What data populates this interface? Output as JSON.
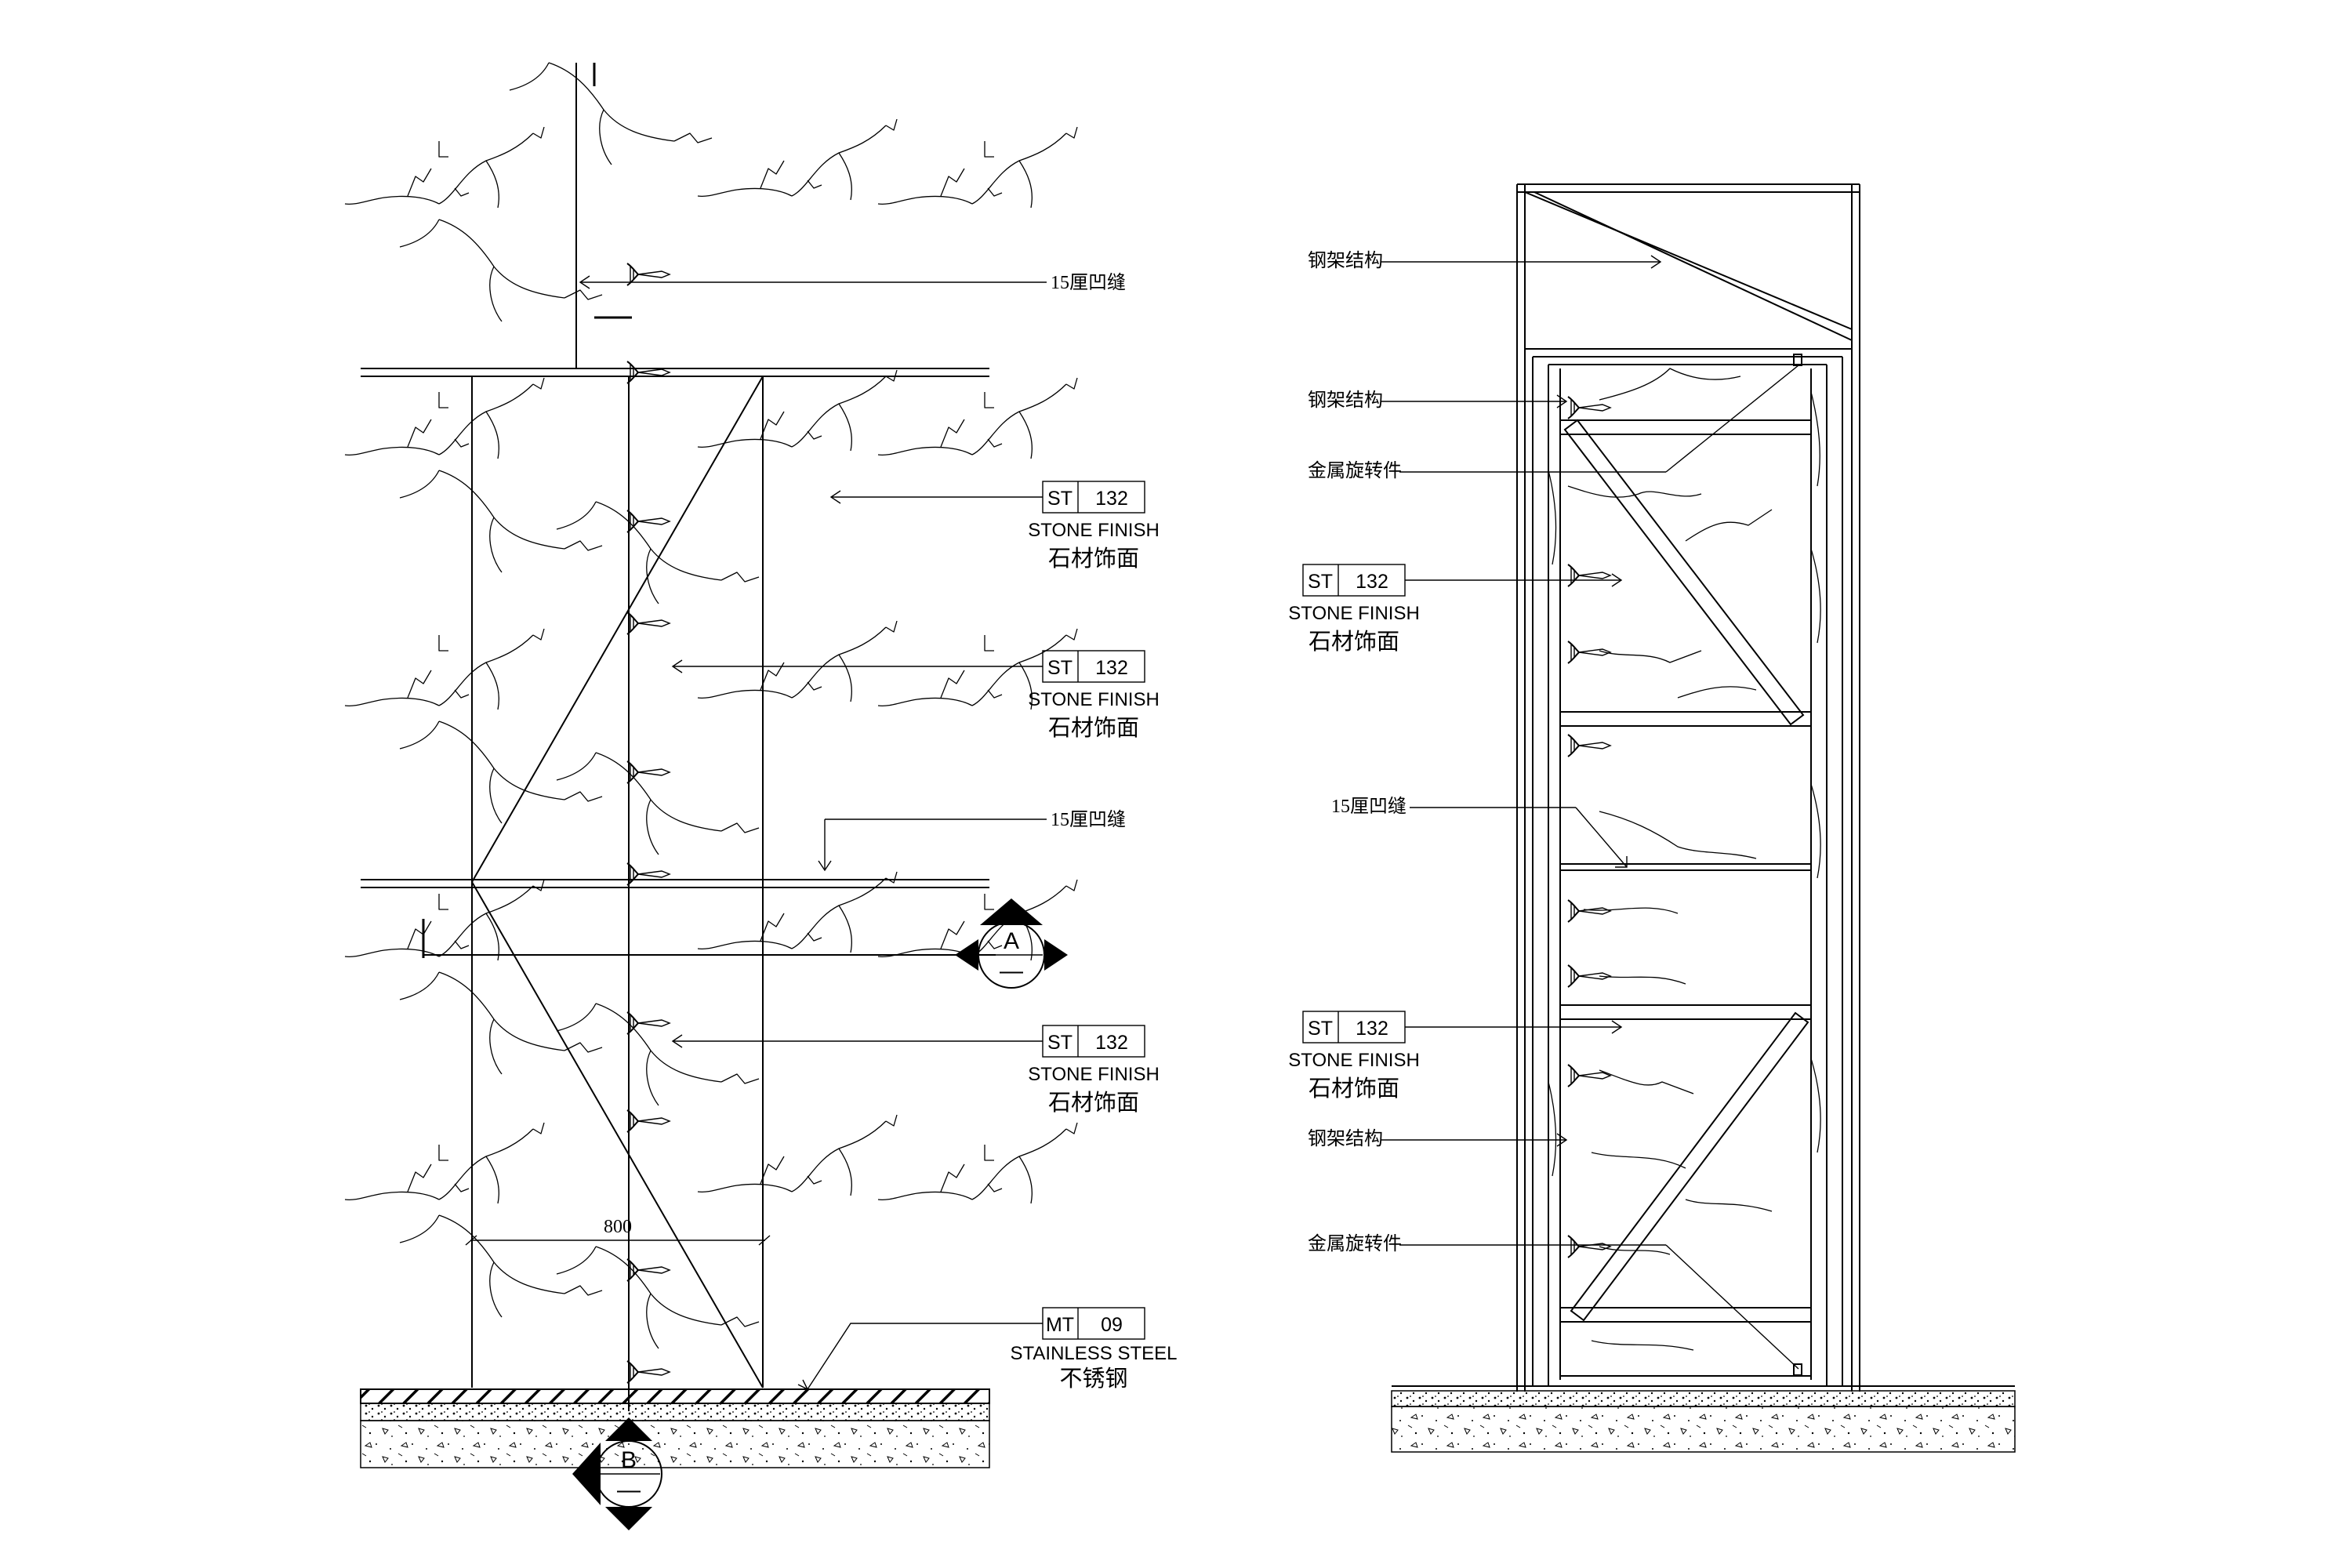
{
  "left_elevation": {
    "groove_top": "15厘凹缝",
    "groove_mid": "15厘凹缝",
    "stone_tags": [
      {
        "code": "ST",
        "num": "132",
        "en": "STONE FINISH",
        "cn": "石材饰面"
      },
      {
        "code": "ST",
        "num": "132",
        "en": "STONE FINISH",
        "cn": "石材饰面"
      },
      {
        "code": "ST",
        "num": "132",
        "en": "STONE FINISH",
        "cn": "石材饰面"
      }
    ],
    "steel_tag": {
      "code": "MT",
      "num": "09",
      "en": "STAINLESS STEEL",
      "cn": "不锈钢"
    },
    "dimension": "800",
    "section_a": {
      "letter": "A",
      "sheet": "—"
    },
    "section_b": {
      "letter": "B",
      "sheet": "—"
    }
  },
  "right_section": {
    "steel_frame_top": "钢架结构",
    "steel_frame_mid": "钢架结构",
    "swivel_top": "金属旋转件",
    "stone_tag_top": {
      "code": "ST",
      "num": "132",
      "en": "STONE FINISH",
      "cn": "石材饰面"
    },
    "groove": "15厘凹缝",
    "stone_tag_bottom": {
      "code": "ST",
      "num": "132",
      "en": "STONE FINISH",
      "cn": "石材饰面"
    },
    "steel_frame_bottom": "钢架结构",
    "swivel_bottom": "金属旋转件"
  },
  "colors": {
    "line": "#000000",
    "background": "#ffffff"
  }
}
